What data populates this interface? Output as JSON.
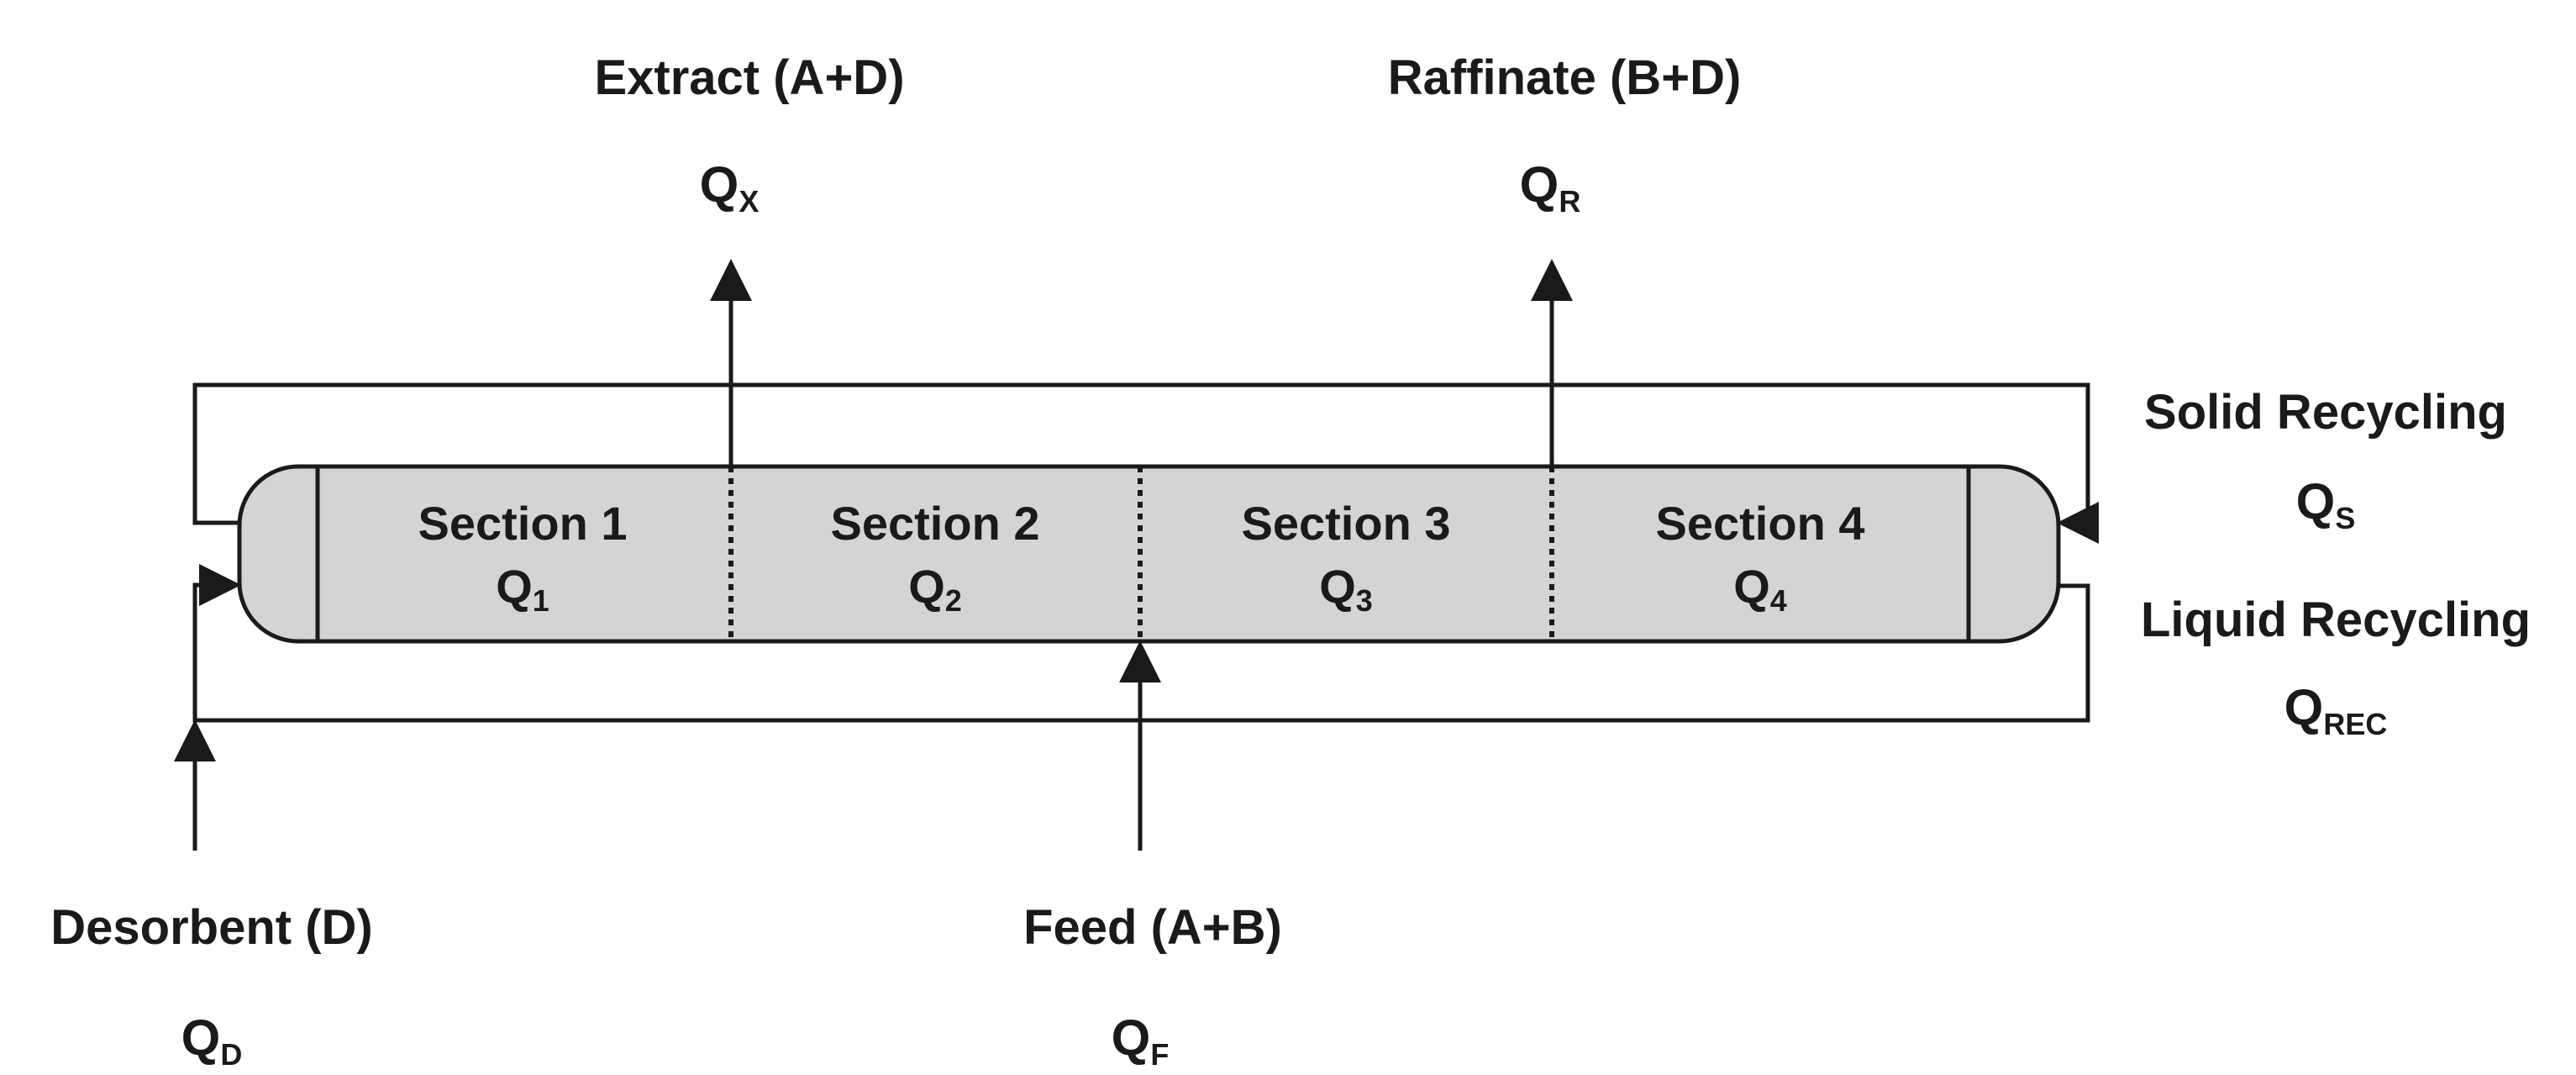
{
  "streams": {
    "extract": {
      "label": "Extract (A+D)",
      "flow_main": "Q",
      "flow_sub": "X"
    },
    "raffinate": {
      "label": "Raffinate (B+D)",
      "flow_main": "Q",
      "flow_sub": "R"
    },
    "desorbent": {
      "label": "Desorbent (D)",
      "flow_main": "Q",
      "flow_sub": "D"
    },
    "feed": {
      "label": "Feed (A+B)",
      "flow_main": "Q",
      "flow_sub": "F"
    },
    "solid_recycling": {
      "label": "Solid Recycling",
      "flow_main": "Q",
      "flow_sub": "S"
    },
    "liquid_recycling": {
      "label": "Liquid Recycling",
      "flow_main": "Q",
      "flow_sub": "REC"
    }
  },
  "sections": [
    {
      "label": "Section 1",
      "flow_main": "Q",
      "flow_sub": "1"
    },
    {
      "label": "Section 2",
      "flow_main": "Q",
      "flow_sub": "2"
    },
    {
      "label": "Section 3",
      "flow_main": "Q",
      "flow_sub": "3"
    },
    {
      "label": "Section 4",
      "flow_main": "Q",
      "flow_sub": "4"
    }
  ],
  "colors": {
    "line": "#1a1a1a",
    "column_fill": "#d4d4d4"
  }
}
